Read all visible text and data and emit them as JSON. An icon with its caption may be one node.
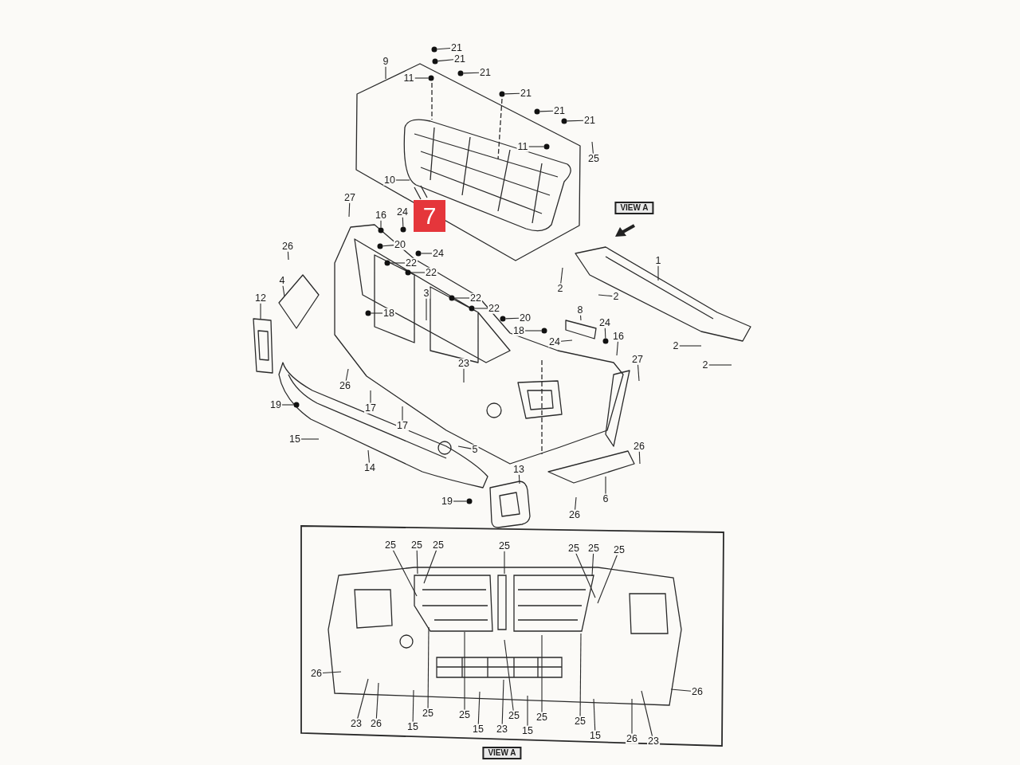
{
  "diagram": {
    "nodes": [
      {
        "text": [
          "21"
        ]
      },
      {
        "text": [
          "21"
        ]
      },
      {
        "text": [
          "21"
        ]
      },
      {
        "text": [
          "11"
        ]
      },
      {
        "text": [
          "9"
        ]
      },
      {
        "text": [
          "21"
        ]
      },
      {
        "text": [
          "21"
        ]
      },
      {
        "text": [
          "21"
        ]
      },
      {
        "text": [
          "11"
        ]
      },
      {
        "text": [
          "25"
        ]
      },
      {
        "text": [
          "10"
        ]
      },
      {
        "text": [
          "7"
        ]
      },
      {
        "text": [
          "VIEW A"
        ]
      },
      {
        "text": [
          "27"
        ]
      },
      {
        "text": [
          "16"
        ]
      },
      {
        "text": [
          "24"
        ]
      },
      {
        "text": [
          "20"
        ]
      },
      {
        "text": [
          "24"
        ]
      },
      {
        "text": [
          "22"
        ]
      },
      {
        "text": [
          "22"
        ]
      },
      {
        "text": [
          "26"
        ]
      },
      {
        "text": [
          "1"
        ]
      },
      {
        "text": [
          "4"
        ]
      },
      {
        "text": [
          "2"
        ]
      },
      {
        "text": [
          "3"
        ]
      },
      {
        "text": [
          "2"
        ]
      },
      {
        "text": [
          "22"
        ]
      },
      {
        "text": [
          "12"
        ]
      },
      {
        "text": [
          "22"
        ]
      },
      {
        "text": [
          "8"
        ]
      },
      {
        "text": [
          "18"
        ]
      },
      {
        "text": [
          "20"
        ]
      },
      {
        "text": [
          "24"
        ]
      },
      {
        "text": [
          "18"
        ]
      },
      {
        "text": [
          "16"
        ]
      },
      {
        "text": [
          "24"
        ]
      },
      {
        "text": [
          "2"
        ]
      },
      {
        "text": [
          "27"
        ]
      },
      {
        "text": [
          "23"
        ]
      },
      {
        "text": [
          "2"
        ]
      },
      {
        "text": [
          "26"
        ]
      },
      {
        "text": [
          "19"
        ]
      },
      {
        "text": [
          "17"
        ]
      },
      {
        "text": [
          "17"
        ]
      },
      {
        "text": [
          "15"
        ]
      },
      {
        "text": [
          "26"
        ]
      },
      {
        "text": [
          "5"
        ]
      },
      {
        "text": [
          "14"
        ]
      },
      {
        "text": [
          "13"
        ]
      },
      {
        "text": [
          "6"
        ]
      },
      {
        "text": [
          "19"
        ]
      },
      {
        "text": [
          "26"
        ]
      },
      {
        "text": [
          "25"
        ]
      },
      {
        "text": [
          "25"
        ]
      },
      {
        "text": [
          "25"
        ]
      },
      {
        "text": [
          "25"
        ]
      },
      {
        "text": [
          "25"
        ]
      },
      {
        "text": [
          "25"
        ]
      },
      {
        "text": [
          "25"
        ]
      },
      {
        "text": [
          "26"
        ]
      },
      {
        "text": [
          "26"
        ]
      },
      {
        "text": [
          "25"
        ]
      },
      {
        "text": [
          "25"
        ]
      },
      {
        "text": [
          "25"
        ]
      },
      {
        "text": [
          "25"
        ]
      },
      {
        "text": [
          "25"
        ]
      },
      {
        "text": [
          "23"
        ]
      },
      {
        "text": [
          "26"
        ]
      },
      {
        "text": [
          "15"
        ]
      },
      {
        "text": [
          "15"
        ]
      },
      {
        "text": [
          "23"
        ]
      },
      {
        "text": [
          "15"
        ]
      },
      {
        "text": [
          "15"
        ]
      },
      {
        "text": [
          "26"
        ]
      },
      {
        "text": [
          "23"
        ]
      },
      {
        "text": [
          "VIEW A"
        ]
      },
      {
        "text": [],
        "shape": "circle"
      },
      {
        "text": [],
        "shape": "circle"
      },
      {
        "text": [],
        "shape": "circle"
      },
      {
        "text": [],
        "shape": "circle"
      },
      {
        "text": [],
        "shape": "circle"
      },
      {
        "text": [],
        "shape": "circle"
      },
      {
        "text": [],
        "shape": "circle"
      },
      {
        "text": [],
        "shape": "circle"
      },
      {
        "text": [],
        "shape": "circle"
      },
      {
        "text": [],
        "shape": "circle"
      },
      {
        "text": [],
        "shape": "circle"
      },
      {
        "text": [],
        "shape": "circle"
      },
      {
        "text": [],
        "shape": "circle"
      },
      {
        "text": [],
        "shape": "circle"
      },
      {
        "text": [],
        "shape": "circle"
      },
      {
        "text": [],
        "shape": "circle"
      },
      {
        "text": [],
        "shape": "circle"
      },
      {
        "text": [],
        "shape": "circle"
      },
      {
        "text": [],
        "shape": "circle"
      },
      {
        "text": [],
        "shape": "circle"
      },
      {
        "text": [],
        "shape": "circle"
      },
      {
        "text": [],
        "shape": "circle"
      }
    ],
    "edges": [
      {
        "from": 0,
        "to": 76,
        "arrow": "none"
      },
      {
        "from": 1,
        "to": 77,
        "arrow": "none"
      },
      {
        "from": 2,
        "to": 78,
        "arrow": "none"
      },
      {
        "from": 3,
        "to": 79,
        "arrow": "none"
      },
      {
        "from": 4,
        "to": null,
        "arrow": "none"
      },
      {
        "from": 5,
        "to": 80,
        "arrow": "none"
      },
      {
        "from": 6,
        "to": 81,
        "arrow": "none"
      },
      {
        "from": 7,
        "to": 82,
        "arrow": "none"
      },
      {
        "from": 8,
        "to": 83,
        "arrow": "none"
      },
      {
        "from": 9,
        "to": null,
        "arrow": "none"
      },
      {
        "from": 10,
        "to": null,
        "arrow": "none"
      },
      {
        "from": 13,
        "to": null,
        "arrow": "none"
      },
      {
        "from": 14,
        "to": 84,
        "arrow": "none"
      },
      {
        "from": 15,
        "to": 85,
        "arrow": "none"
      },
      {
        "from": 16,
        "to": 86,
        "arrow": "none"
      },
      {
        "from": 17,
        "to": 87,
        "arrow": "none"
      },
      {
        "from": 18,
        "to": 88,
        "arrow": "none"
      },
      {
        "from": 19,
        "to": 89,
        "arrow": "none"
      },
      {
        "from": 20,
        "to": null,
        "arrow": "none"
      },
      {
        "from": 21,
        "to": null,
        "arrow": "none"
      },
      {
        "from": 22,
        "to": null,
        "arrow": "none"
      },
      {
        "from": 23,
        "to": null,
        "arrow": "none"
      },
      {
        "from": 24,
        "to": null,
        "arrow": "none"
      },
      {
        "from": 25,
        "to": null,
        "arrow": "none"
      },
      {
        "from": 26,
        "to": 90,
        "arrow": "none"
      },
      {
        "from": 27,
        "to": null,
        "arrow": "none"
      },
      {
        "from": 28,
        "to": 91,
        "arrow": "none"
      },
      {
        "from": 29,
        "to": null,
        "arrow": "none"
      },
      {
        "from": 30,
        "to": 92,
        "arrow": "none"
      },
      {
        "from": 31,
        "to": 93,
        "arrow": "none"
      },
      {
        "from": 32,
        "to": 94,
        "arrow": "none"
      },
      {
        "from": 33,
        "to": 95,
        "arrow": "none"
      },
      {
        "from": 34,
        "to": null,
        "arrow": "none"
      },
      {
        "from": 35,
        "to": null,
        "arrow": "none"
      },
      {
        "from": 36,
        "to": null,
        "arrow": "none"
      },
      {
        "from": 37,
        "to": null,
        "arrow": "none"
      },
      {
        "from": 38,
        "to": null,
        "arrow": "none"
      },
      {
        "from": 39,
        "to": null,
        "arrow": "none"
      },
      {
        "from": 40,
        "to": null,
        "arrow": "none"
      },
      {
        "from": 41,
        "to": 96,
        "arrow": "none"
      },
      {
        "from": 42,
        "to": null,
        "arrow": "none"
      },
      {
        "from": 43,
        "to": null,
        "arrow": "none"
      },
      {
        "from": 44,
        "to": null,
        "arrow": "none"
      },
      {
        "from": 45,
        "to": null,
        "arrow": "none"
      },
      {
        "from": 46,
        "to": null,
        "arrow": "none"
      },
      {
        "from": 47,
        "to": null,
        "arrow": "none"
      },
      {
        "from": 48,
        "to": null,
        "arrow": "none"
      },
      {
        "from": 49,
        "to": null,
        "arrow": "none"
      },
      {
        "from": 50,
        "to": 97,
        "arrow": "none"
      },
      {
        "from": 51,
        "to": null,
        "arrow": "none"
      },
      {
        "from": 52,
        "to": null,
        "arrow": "none"
      },
      {
        "from": 53,
        "to": null,
        "arrow": "none"
      },
      {
        "from": 54,
        "to": null,
        "arrow": "none"
      },
      {
        "from": 55,
        "to": null,
        "arrow": "none"
      },
      {
        "from": 56,
        "to": null,
        "arrow": "none"
      },
      {
        "from": 57,
        "to": null,
        "arrow": "none"
      },
      {
        "from": 58,
        "to": null,
        "arrow": "none"
      },
      {
        "from": 59,
        "to": null,
        "arrow": "none"
      },
      {
        "from": 60,
        "to": null,
        "arrow": "none"
      },
      {
        "from": 61,
        "to": null,
        "arrow": "none"
      },
      {
        "from": 62,
        "to": null,
        "arrow": "none"
      },
      {
        "from": 63,
        "to": null,
        "arrow": "none"
      },
      {
        "from": 64,
        "to": null,
        "arrow": "none"
      },
      {
        "from": 65,
        "to": null,
        "arrow": "none"
      },
      {
        "from": 66,
        "to": null,
        "arrow": "none"
      },
      {
        "from": 67,
        "to": null,
        "arrow": "none"
      },
      {
        "from": 68,
        "to": null,
        "arrow": "none"
      },
      {
        "from": 69,
        "to": null,
        "arrow": "none"
      },
      {
        "from": 70,
        "to": null,
        "arrow": "none"
      },
      {
        "from": 71,
        "to": null,
        "arrow": "none"
      },
      {
        "from": 72,
        "to": null,
        "arrow": "none"
      },
      {
        "from": 73,
        "to": null,
        "arrow": "none"
      },
      {
        "from": 74,
        "to": null,
        "arrow": "none"
      }
    ]
  }
}
